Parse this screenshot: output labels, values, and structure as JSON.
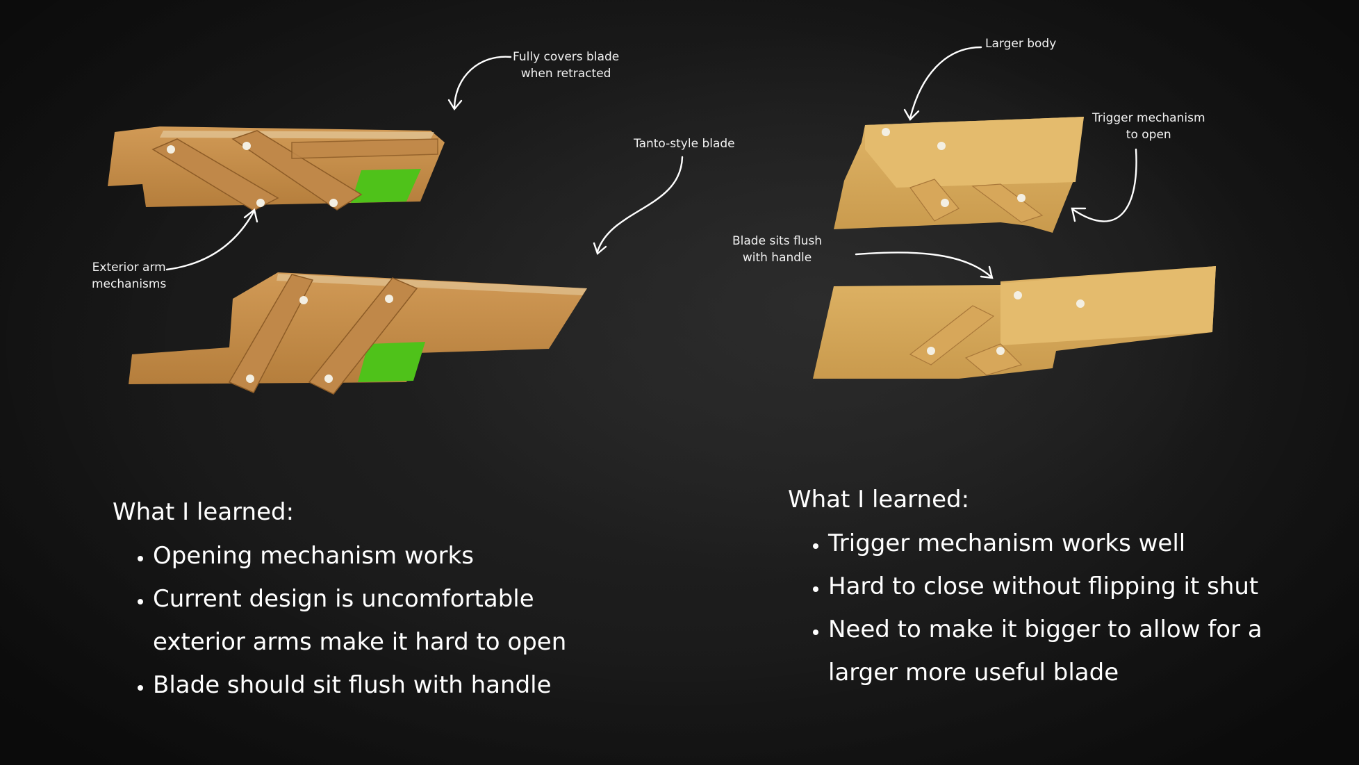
{
  "left_panel": {
    "annotations": {
      "fully_covers": [
        "Fully covers blade",
        "when retracted"
      ],
      "tanto": [
        "Tanto-style blade"
      ],
      "exterior_arm": [
        "Exterior arm",
        "mechanisms"
      ]
    },
    "learned": {
      "heading": "What I learned:",
      "items": [
        {
          "text": "Opening mechanism works"
        },
        {
          "text": "Current design is uncomfortable",
          "continuation": "exterior arms make it hard to open"
        },
        {
          "text": "Blade should sit flush with handle"
        }
      ]
    }
  },
  "right_panel": {
    "annotations": {
      "larger_body": [
        "Larger body"
      ],
      "trigger": [
        "Trigger mechanism",
        "to open"
      ],
      "flush": [
        "Blade sits flush",
        "with handle"
      ]
    },
    "learned": {
      "heading": "What I learned:",
      "items": [
        {
          "text": "Trigger mechanism works well"
        },
        {
          "text": "Hard to close without flipping it shut"
        },
        {
          "text": "Need to make it bigger to allow for a",
          "continuation": "larger more useful blade"
        }
      ]
    }
  },
  "colors": {
    "background": "#1c1c1c",
    "cardboard": "#c98f4c",
    "cardboard_light": "#d9a85c",
    "green_tape": "#4fc21a",
    "text": "#ffffff"
  }
}
